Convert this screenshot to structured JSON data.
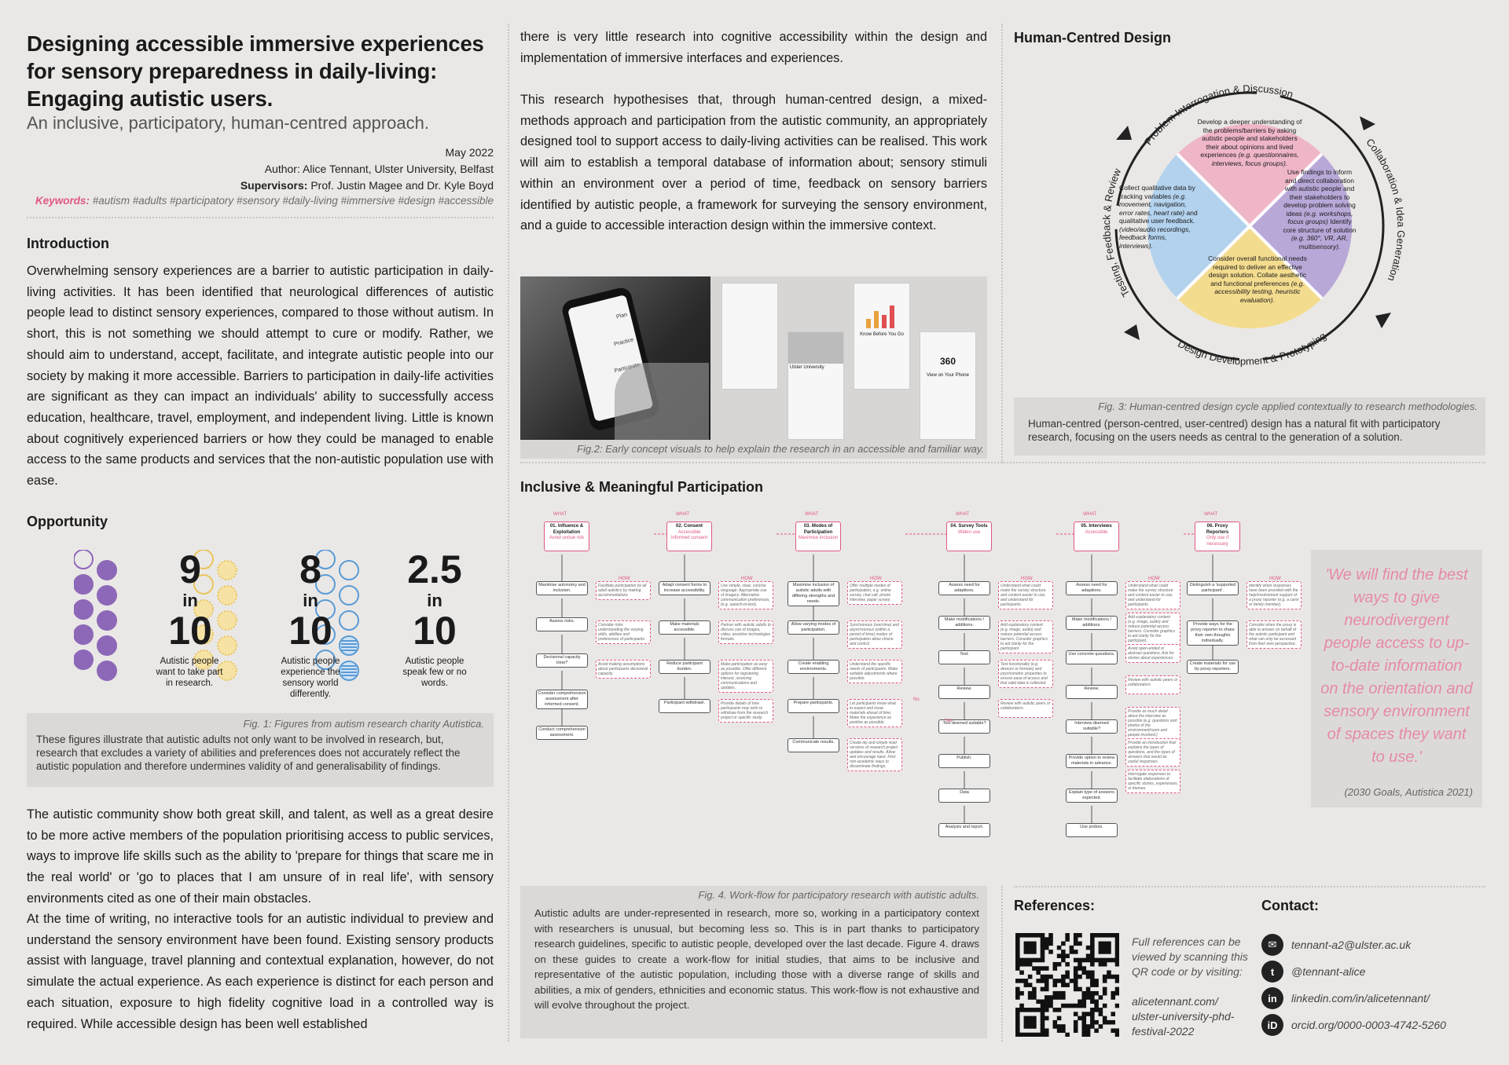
{
  "header": {
    "title": "Designing accessible immersive experiences for sensory preparedness in daily-living: Engaging autistic users.",
    "subtitle": "An inclusive, participatory, human-centred approach.",
    "date": "May 2022",
    "author_label": "Author:",
    "author": "Alice Tennant, Ulster University, Belfast",
    "supervisors_label": "Supervisors:",
    "supervisors": "Prof. Justin Magee and Dr. Kyle Boyd",
    "keywords_label": "Keywords:",
    "keywords": "#autism #adults #participatory #sensory #daily-living #immersive #design #accessible"
  },
  "introduction": {
    "heading": "Introduction",
    "text": "Overwhelming sensory experiences are a barrier to autistic participation in daily-living activities. It has been identified that neurological differences of autistic people lead to distinct sensory experiences, compared to those without autism. In short, this is not something we should attempt to cure or modify. Rather, we should aim to understand, accept, facilitate, and integrate autistic people into our society by making it more accessible. Barriers to participation in daily-life activities are significant as they can impact an individuals' ability to successfully access education, healthcare, travel, employment, and independent living. Little is known about cognitively experienced barriers or how they could be managed to enable access to the same products and services that the non-autistic population use with ease."
  },
  "opportunity": {
    "heading": "Opportunity",
    "stats": [
      {
        "num": "9",
        "in": "in",
        "den": "10",
        "caption": "Autistic people want to take part in research.",
        "color": "#8e68b8",
        "filled": 9
      },
      {
        "num": "8",
        "in": "in",
        "den": "10",
        "caption": "Autistic people experience the sensory world differently.",
        "color": "#e9c55c",
        "filled": 8
      },
      {
        "num": "2.5",
        "in": "in",
        "den": "10",
        "caption": "Autistic people speak few or no words.",
        "color": "#5a9bd5",
        "filled": 2.5
      }
    ],
    "fig1_caption": "Fig. 1: Figures from autism research charity Autistica.",
    "fig1_text": "These figures illustrate that autistic adults not only want to be involved in research, but, research that excludes a variety of abilities and preferences does not accurately reflect the autistic population and therefore undermines validity of and generalisability of findings.",
    "text1": "The autistic community show both great skill, and talent, as well as a great desire to be more active members of the population prioritising access to public services, ways to improve life skills such as the ability to 'prepare for things that scare me in the real world' or 'go to places that I am unsure of in real life', with sensory environments cited as one of their main obstacles.",
    "text2": "At the time of writing, no interactive tools for an autistic individual to preview and understand the sensory environment have been found. Existing sensory products assist with language, travel planning and contextual explanation, however, do not simulate the actual experience. As each experience is distinct for each person and each situation, exposure to high fidelity cognitive load in a controlled way is required. While accessible design has been well established"
  },
  "col2": {
    "text1": "there is very little research into cognitive accessibility within the design and implementation of immersive interfaces and experiences.",
    "text2": "This research hypothesises that, through human-centred design, a mixed-methods approach and participation from the autistic community, an appropriately designed tool to support access to daily-living activities can be realised. This work will aim to establish a temporal database of information about; sensory stimuli within an environment over a period of time, feedback on sensory barriers identified by autistic people, a framework for surveying the sensory environment, and a guide to accessible interaction design within the immersive context.",
    "fig2_caption": "Fig.2: Early concept visuals to help explain the research in an accessible and familiar way.",
    "phone_screens": [
      "Plan",
      "Practice",
      "Participate",
      "Know Before You Go",
      "View on Your Phone",
      "360",
      "Ulster University"
    ]
  },
  "hcd": {
    "heading": "Human-Centred Design",
    "arc_top": "Problem Interrogation & Discussion",
    "arc_right": "Collaboration & Idea Generation",
    "arc_bottom": "Design Development & Prototyping",
    "arc_left": "Testing, Feedback & Review",
    "top_text": "Develop a deeper understanding of the problems/barriers by asking autistic people and stakeholders their about opinions and lived experiences",
    "top_text_i": "(e.g. questionnaires, interviews, focus groups).",
    "right_text": "Use findings to inform and direct collaboration with autistic people and their stakeholders to develop problem solving ideas",
    "right_text_i": "(e.g. workshops, focus groups)",
    "right_text2": "Identify core structure of solution",
    "right_text2_i": "(e.g. 360°, VR, AR, multisensory).",
    "bottom_text": "Consider overall functional needs required to deliver an effective design solution. Collate aesthetic and functional preferences",
    "bottom_text_i": "(e.g. accessibility testing, heuristic evaluation).",
    "left_text": "Collect qualitative data by tracking variables",
    "left_text_i": "(e.g. movement, navigation, error rates, heart rate)",
    "left_text2": "and qualitative user feedback.",
    "left_text2_i": "(video/audio recordings, feedback forms, interviews).",
    "fig3_caption": "Fig. 3: Human-centred design cycle applied contextually to research methodologies.",
    "fig3_text": "Human-centred (person-centred, user-centred) design has a natural fit with participatory research, focusing on the users needs as central to the generation of a solution."
  },
  "participation": {
    "heading": "Inclusive & Meaningful Participation",
    "what_label": "WHAT",
    "how_label": "HOW",
    "stages": [
      {
        "title": "01. Influence & Exploitation",
        "sub": "Avoid undue risk"
      },
      {
        "title": "02. Consent",
        "sub": "Accessible informed consent"
      },
      {
        "title": "03. Modes of Participation",
        "sub": "Maximise inclusion"
      },
      {
        "title": "04. Survey Tools",
        "sub": "Widen use"
      },
      {
        "title": "05. Interviews",
        "sub": "Accessible"
      },
      {
        "title": "06. Proxy Reporters",
        "sub": "Only use if necessary"
      }
    ],
    "col1_boxes": [
      "Maximise autonomy and inclusion.",
      "Assess risks.",
      "Decisional capacity clear?",
      "Consider comprehension assessment after informed consent.",
      "Conduct comprehension assessment."
    ],
    "col2_boxes": [
      "Adapt consent forms to increase accessibility.",
      "Make materials accessible.",
      "Reduce participant burden.",
      "Participant withdrawl."
    ],
    "col3_boxes": [
      "Maximise inclusion of autistic adults with differing strengths and needs.",
      "Allow varying modes of participation.",
      "Create enabling environments.",
      "Prepare participants.",
      "Communicate results."
    ],
    "col4_boxes": [
      "Assess need for adaptions.",
      "Make modifications / additions.",
      "Test.",
      "Review.",
      "Tool deemed suitable?",
      "Publish.",
      "Data",
      "Analysis and report."
    ],
    "col5_boxes": [
      "Assess need for adaptions.",
      "Make modifications / additions.",
      "Use concrete questions.",
      "Review.",
      "Interview deemed suitable?",
      "Provide option to review materials in advance.",
      "Explain type of answers expected.",
      "Use probes."
    ],
    "col6_boxes": [
      "Distinguish a 'supported participant'.",
      "Provide ways for the proxy reporter to share their own thoughts individually.",
      "Create materials for use by proxy reporters."
    ],
    "notes": [
      "Facilitate participation by all adult autistics by making accommodations",
      "Consider risks understanding the varying skills, abilities and preferences of participants.",
      "Avoid making assumptions about participants decisional capacity.",
      "Use simple, clear, concise language. Appropriate use of imagery. Alternative communication preferences, (e.g. speech-to-text).",
      "Partner with autistic adults to discuss use of images, video, assistive technologies formats.",
      "Make participation as easy as possible. Offer different options for registering interest, receiving communications and updates.",
      "Provide details of how participants may wish to withdraw from the research project or specific study.",
      "Offer multiple modes of participation, e.g. online survey, chat call, phone interview, paper survey.",
      "Synchronous (real-time) and asynchronous (within a period of time) modes of participation allow choice and control.",
      "Understand the specific needs of participants. Make suitable adjustments where possible.",
      "Let participants know what to expect and issue materials ahead of time. Make the experience as positive as possible.",
      "Create lay and simple read versions of research project updates and results. Allow and encourage input. Find non-academic ways to disseminate findings.",
      "Understand what could make the survey structure and content easier to use, and understand for participants.",
      "Add explanatory content (e.g. image, audio) and reduce potential access barriers. Consider graphics to aid clarity for the participant.",
      "Test functionality (e.g. devices or formats) and psychometric properties to ensure ease of access and that valid data is collected.",
      "Review with autistic peers or collaborators.",
      "Understand what could make the survey structure and content easier to use, and understand for participants.",
      "Add explanatory content (e.g. image, audio) and reduce potential access barriers. Consider graphics to aid clarity for the participant.",
      "Avoid open-ended or abstract questions. Ask for stories about experiences.",
      "Review with autistic peers or collaborators.",
      "Provide as much detail about the interview as possible (e.g. questions and photos of the environment/room and people involved.)",
      "Provide an introduction that explains the types of questions, and the types of answers that would be useful responses.",
      "Interrogate responses to facilitate elaborations of specific stories, experiences, or themes.",
      "Identify when responses have been provided with the help/involvement support of a proxy reporter (e.g. a carer or family member).",
      "Consider when the proxy is able to answer on behalf of the autistic participant and what can only be accessed from their own perspective."
    ],
    "yes": "Yes",
    "no": "No",
    "fig4_caption": "Fig. 4. Work-flow for participatory research with autistic adults.",
    "fig4_text": "Autistic adults are under-represented in research, more so, working in a participatory context with researchers is unusual, but becoming less so. This is in part thanks to participatory research guidelines, specific to autistic people, developed over the last decade. Figure 4. draws on these guides to create a work-flow for initial studies, that aims to be inclusive and representative of the autistic population, including those with a diverse range of skills and abilities, a mix of genders, ethnicities and economic status. This work-flow is not exhaustive and will evolve throughout the project.",
    "quote": "'We will find the best ways to give neurodivergent people access to up-to-date information on the orientation and sensory environment of spaces they want to use.'",
    "quote_source": "(2030 Goals, Autistica 2021)"
  },
  "references": {
    "heading": "References:",
    "text": "Full references can be viewed by scanning this QR code or by visiting:",
    "url": "alicetennant.com/ ulster-university-phd-festival-2022"
  },
  "contact": {
    "heading": "Contact:",
    "items": [
      {
        "icon": "email-icon",
        "glyph": "✉",
        "text": "tennant-a2@ulster.ac.uk"
      },
      {
        "icon": "twitter-icon",
        "glyph": "t",
        "text": "@tennant-alice"
      },
      {
        "icon": "linkedin-icon",
        "glyph": "in",
        "text": "linkedin.com/in/alicetennant/"
      },
      {
        "icon": "orcid-icon",
        "glyph": "iD",
        "text": "orcid.org/0000-0003-4742-5260"
      }
    ]
  },
  "colors": {
    "accent_pink": "#e0587f",
    "cycle_pink": "#efb6c8",
    "cycle_purple": "#b8a8d8",
    "cycle_yellow": "#f4dc8e",
    "cycle_blue": "#b3d2ee"
  }
}
